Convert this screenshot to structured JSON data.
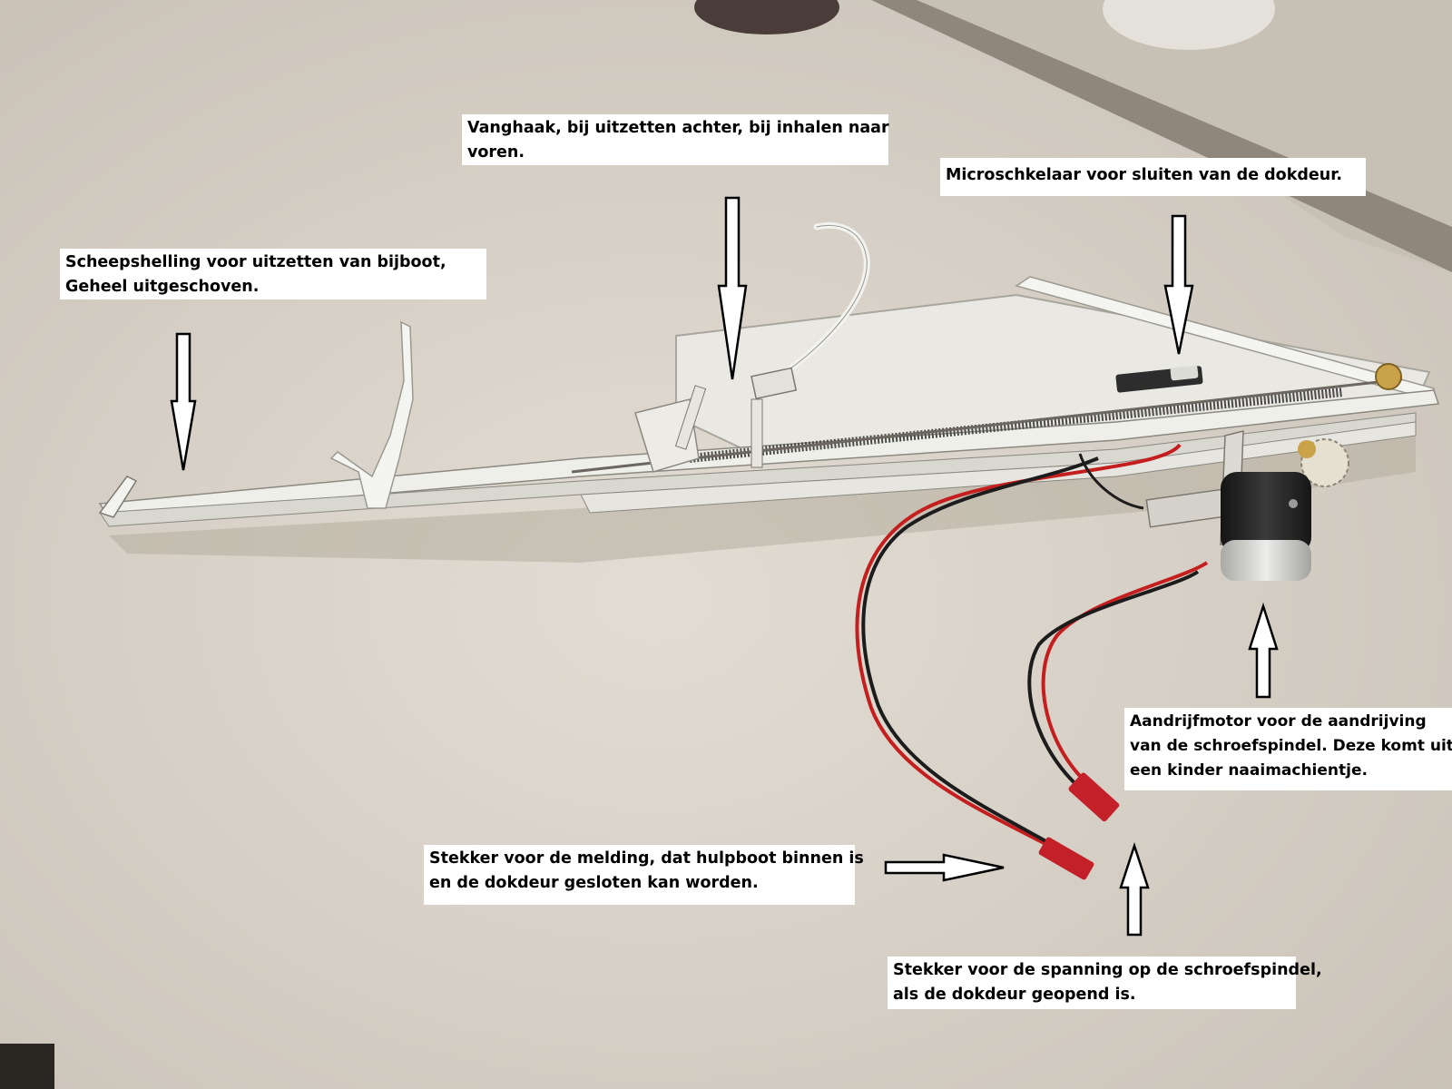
{
  "photo": {
    "subject": "ship slipway mechanism model on tabletop",
    "colors": {
      "table": "#d8d2c8",
      "table_dark": "#bdb5aa",
      "wall": "#9c9489",
      "sill": "#cfc8bd",
      "metal": "#efefea",
      "metal_shadow": "#b9b7ae",
      "spring": "#4a4a48",
      "motor": "#2b2b2b",
      "motor_can": "#d9d9d6",
      "gear_brass": "#c9a24a",
      "gear_white": "#e6e0d0",
      "wire_red": "#c41e1e",
      "wire_black": "#1c1c1c",
      "plug_red": "#c4202a",
      "arrow_fill": "#ffffff",
      "arrow_stroke": "#000000"
    }
  },
  "annotations": {
    "slipway": {
      "lines": [
        "Scheepshelling voor uitzetten van bijboot,",
        "Geheel uitgeschoven."
      ]
    },
    "catch_hook": {
      "lines": [
        "Vanghaak, bij uitzetten achter, bij inhalen naar",
        "voren."
      ]
    },
    "micro_switch": {
      "lines": [
        "Microschkelaar voor sluiten van de dokdeur."
      ]
    },
    "drive_motor": {
      "lines": [
        "Aandrijfmotor voor de aandrijving",
        "van de schroefspindel. Deze komt uit",
        "een kinder naaimachientje."
      ]
    },
    "signal_plug": {
      "lines": [
        "Stekker voor de melding, dat hulpboot binnen is",
        "en de dokdeur gesloten kan worden."
      ]
    },
    "power_plug": {
      "lines": [
        "Stekker voor de spanning op de schroefspindel,",
        "als de dokdeur geopend is."
      ]
    }
  }
}
